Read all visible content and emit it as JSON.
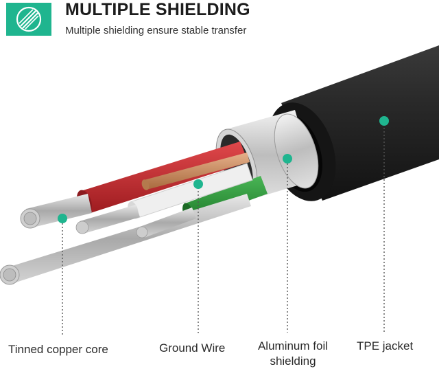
{
  "header": {
    "title": "MULTIPLE SHIELDING",
    "subtitle": "Multiple shielding ensure stable transfer",
    "badge_icon": "shielded-cable-icon"
  },
  "callouts": [
    {
      "label": "Tinned copper core"
    },
    {
      "label": "Ground Wire"
    },
    {
      "label": "Aluminum foil shielding"
    },
    {
      "label": "TPE jacket"
    }
  ],
  "colors": {
    "accent": "#1fb58f",
    "jacket": "#1e1e1e",
    "foil": "#c9c9c9",
    "red_wire": "#c8282c",
    "green_wire": "#2e9a3c",
    "white_wire": "#eeeeee",
    "copper": "#c98a5a"
  }
}
